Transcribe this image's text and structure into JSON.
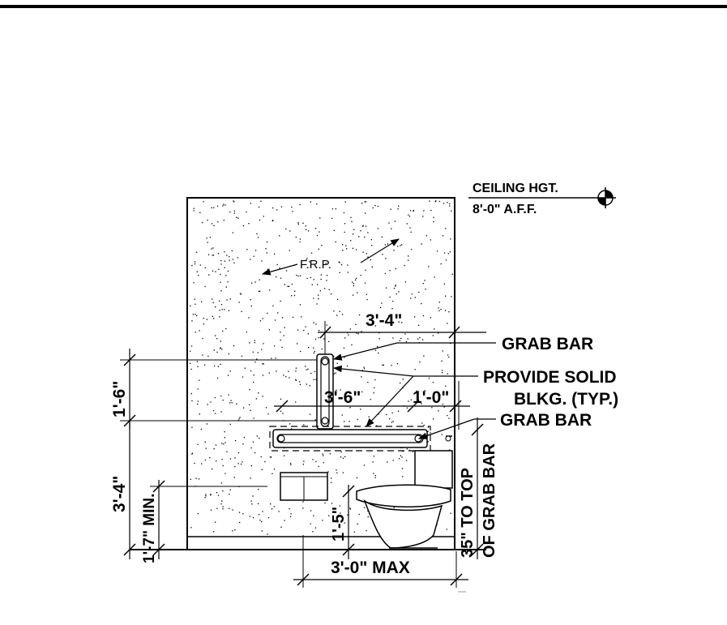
{
  "ceiling": {
    "line1": "CEILING HGT.",
    "line2": "8'-0\" A.F.F."
  },
  "wall": {
    "material_label": "F.R.P."
  },
  "dimensions": {
    "vertical_bar_to_edge": "3'-4\"",
    "vertical_bar_length": "1'-6\"",
    "horizontal_bar_length": "3'-6\"",
    "bar_offset": "1'-0\"",
    "bar_height": "3'-4\"",
    "dispenser_height_min": "1'-7\" MIN.",
    "toilet_centerline": "1'-5\"",
    "toilet_depth_max": "3'-0\" MAX",
    "grab_bar_top_height_line1": "35\" TO TOP",
    "grab_bar_top_height_line2": "OF GRAB BAR"
  },
  "callouts": {
    "grab_bar_upper": "GRAB BAR",
    "blocking_line1": "PROVIDE SOLID",
    "blocking_line2": "BLKG. (TYP.)",
    "grab_bar_lower": "GRAB BAR"
  }
}
